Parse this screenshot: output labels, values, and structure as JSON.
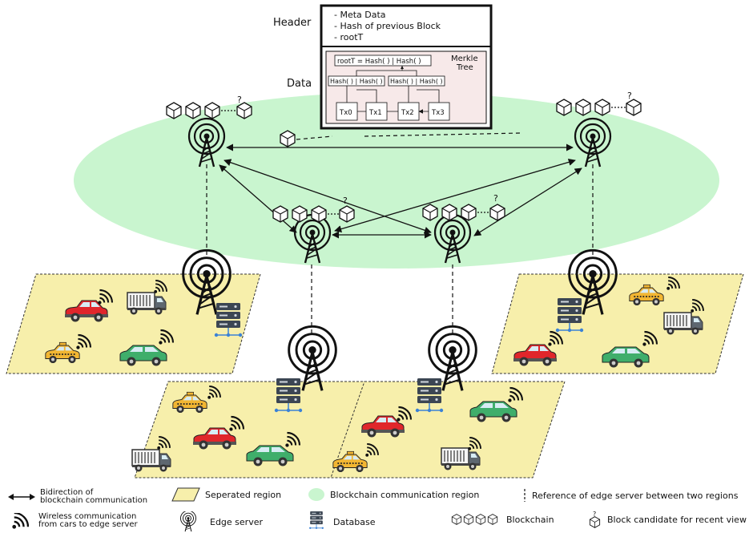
{
  "header_block": {
    "header_label": "Header",
    "data_label": "Data",
    "lines": [
      "- Meta Data",
      "- Hash of previous Block",
      "- rootT"
    ],
    "merkle_title_1": "Merkle",
    "merkle_title_2": "Tree",
    "root_formula": "rootT = Hash( ) | Hash( )",
    "hash_pair": "Hash( ) | Hash( )",
    "transactions": [
      "Tx0",
      "Tx1",
      "Tx2",
      "Tx3"
    ]
  },
  "candidate_mark": "?",
  "legend": {
    "bidirection_1": "Bidirection of",
    "bidirection_2": "blockchain communication",
    "wireless_1": "Wireless communication",
    "wireless_2": "from cars to edge server",
    "region": "Seperated region",
    "edge_server": "Edge server",
    "comm_region": "Blockchain communication region",
    "database": "Database",
    "reference": "Reference of edge server between two regions",
    "blockchain": "Blockchain",
    "candidate": "Block candidate for recent view"
  },
  "colors": {
    "comm_region": "#c9f5cf",
    "separated_region": "#f7efab",
    "region_border": "#333333",
    "header_bg": "#f7e9e9",
    "car_red": "#e0262b",
    "car_green": "#3fae6b",
    "taxi": "#f2b632",
    "truck": "#5e6770",
    "server": "#3c4653",
    "network": "#3b82d6"
  },
  "icons": [
    "edge-server-icon",
    "database-icon",
    "wifi-icon",
    "car-icon",
    "taxi-icon",
    "truck-icon",
    "block-icon"
  ]
}
